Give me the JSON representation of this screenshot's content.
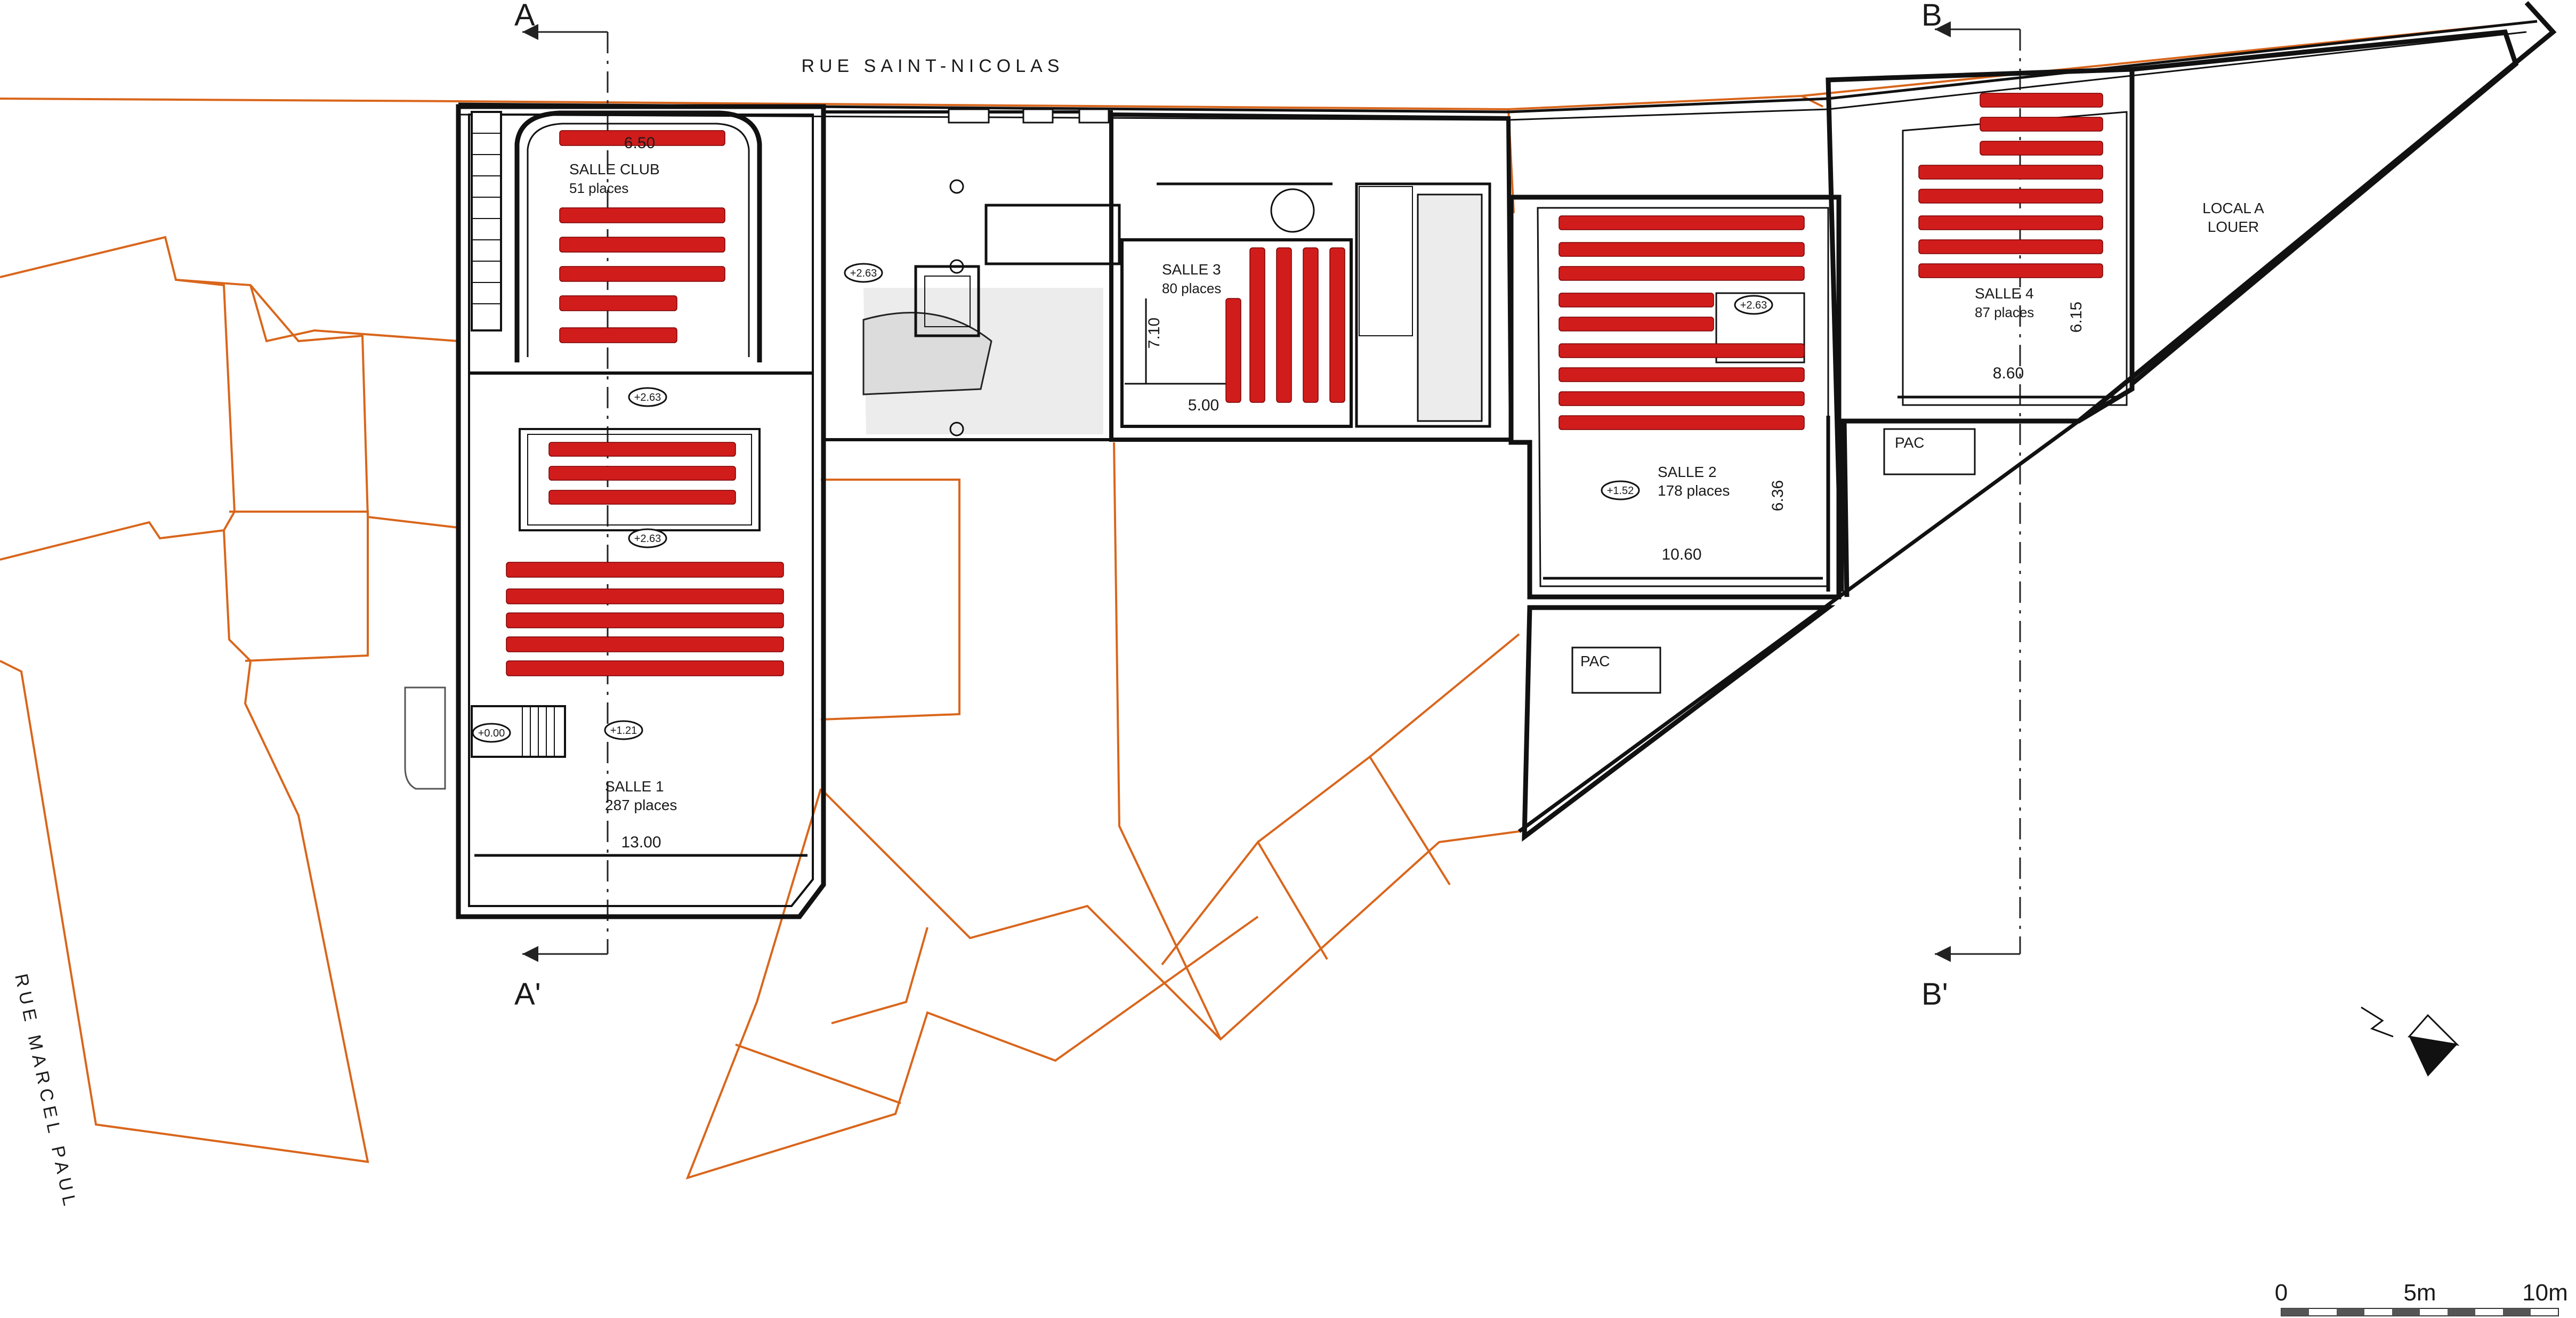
{
  "streets": {
    "north": "RUE SAINT-NICOLAS",
    "west": "RUE MARCEL PAUL"
  },
  "sections": {
    "a_top": "A",
    "a_bottom": "A'",
    "b_top": "B",
    "b_bottom": "B'"
  },
  "rooms": {
    "salle_club": {
      "name": "SALLE CLUB",
      "capacity": "51 places",
      "width": "6.50"
    },
    "salle_1": {
      "name": "SALLE 1",
      "capacity": "287 places",
      "width": "13.00"
    },
    "salle_2": {
      "name": "SALLE 2",
      "capacity": "178 places",
      "width": "10.60",
      "depth": "6.36"
    },
    "salle_3": {
      "name": "SALLE 3",
      "capacity": "80 places",
      "width": "5.00",
      "depth": "7.10"
    },
    "salle_4": {
      "name": "SALLE 4",
      "capacity": "87 places",
      "width": "8.60",
      "depth": "6.15"
    },
    "local": {
      "line1": "LOCAL A",
      "line2": "LOUER"
    },
    "pac": "PAC"
  },
  "levels": {
    "hall": "+2.63",
    "club_foyer": "+2.63",
    "salle1_top": "+2.63",
    "salle1_floor": "+1.21",
    "entrance": "+0.00",
    "salle2_floor": "+1.52",
    "salle2_top": "+2.63",
    "lobby": "+2.63"
  },
  "scale": {
    "zero": "0",
    "mid": "5m",
    "end": "10m"
  },
  "colors": {
    "walls": "#111111",
    "parcels": "#d9661c",
    "seats": "#d11c1c"
  },
  "icons": {
    "north": "north-arrow-icon",
    "accessibility": "wheelchair-icon"
  }
}
